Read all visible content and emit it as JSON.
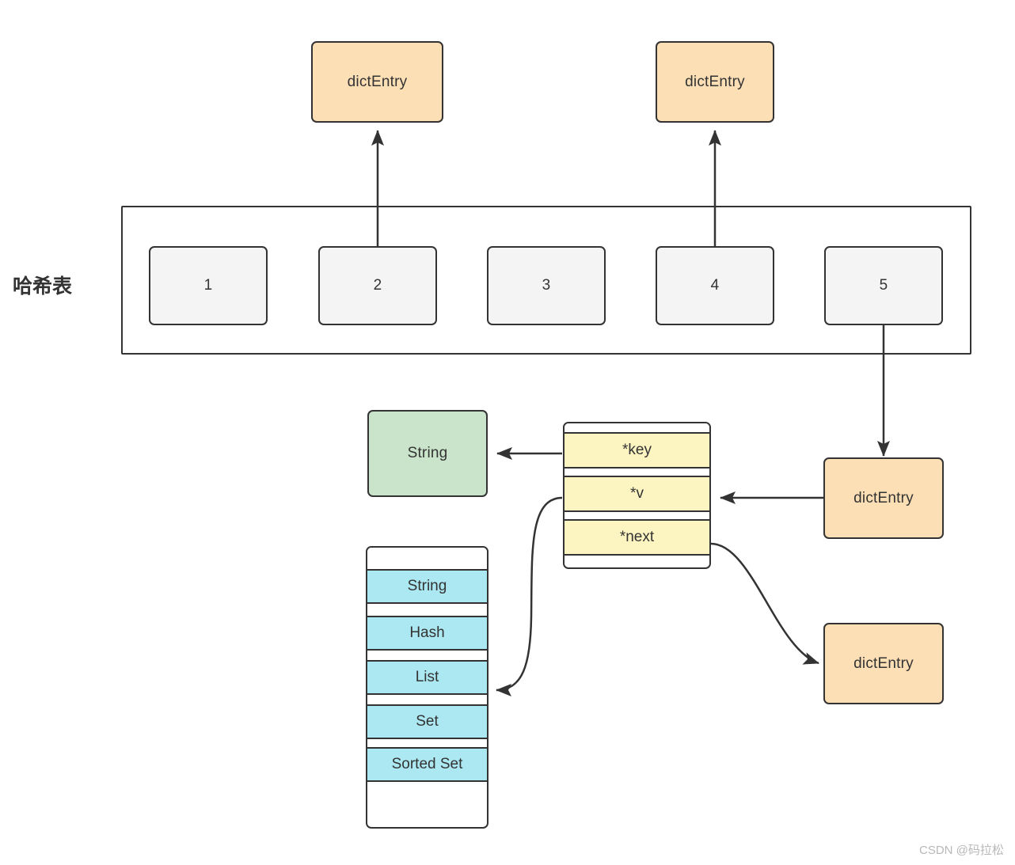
{
  "diagram": {
    "title_label": "哈希表",
    "watermark": "CSDN @码拉松"
  },
  "top_entries": [
    {
      "label": "dictEntry"
    },
    {
      "label": "dictEntry"
    }
  ],
  "hash_table": {
    "label": "哈希表",
    "buckets": [
      {
        "label": "1"
      },
      {
        "label": "2"
      },
      {
        "label": "3"
      },
      {
        "label": "4"
      },
      {
        "label": "5"
      }
    ]
  },
  "value_node": {
    "label": "String"
  },
  "dict_entry_struct": {
    "fields": [
      {
        "label": "*key"
      },
      {
        "label": "*v"
      },
      {
        "label": "*next"
      }
    ]
  },
  "data_types": {
    "items": [
      {
        "label": "String"
      },
      {
        "label": "Hash"
      },
      {
        "label": "List"
      },
      {
        "label": "Set"
      },
      {
        "label": "Sorted Set"
      }
    ]
  },
  "side_entries": [
    {
      "label": "dictEntry"
    },
    {
      "label": "dictEntry"
    }
  ],
  "colors": {
    "orange": "#fcdfb5",
    "grey": "#f4f4f4",
    "green": "#c9e4cb",
    "yellow": "#fcf4c1",
    "cyan": "#ace8f2",
    "stroke": "#333333",
    "text": "#333333",
    "watermark": "#b8b8b8",
    "background": "#ffffff"
  }
}
